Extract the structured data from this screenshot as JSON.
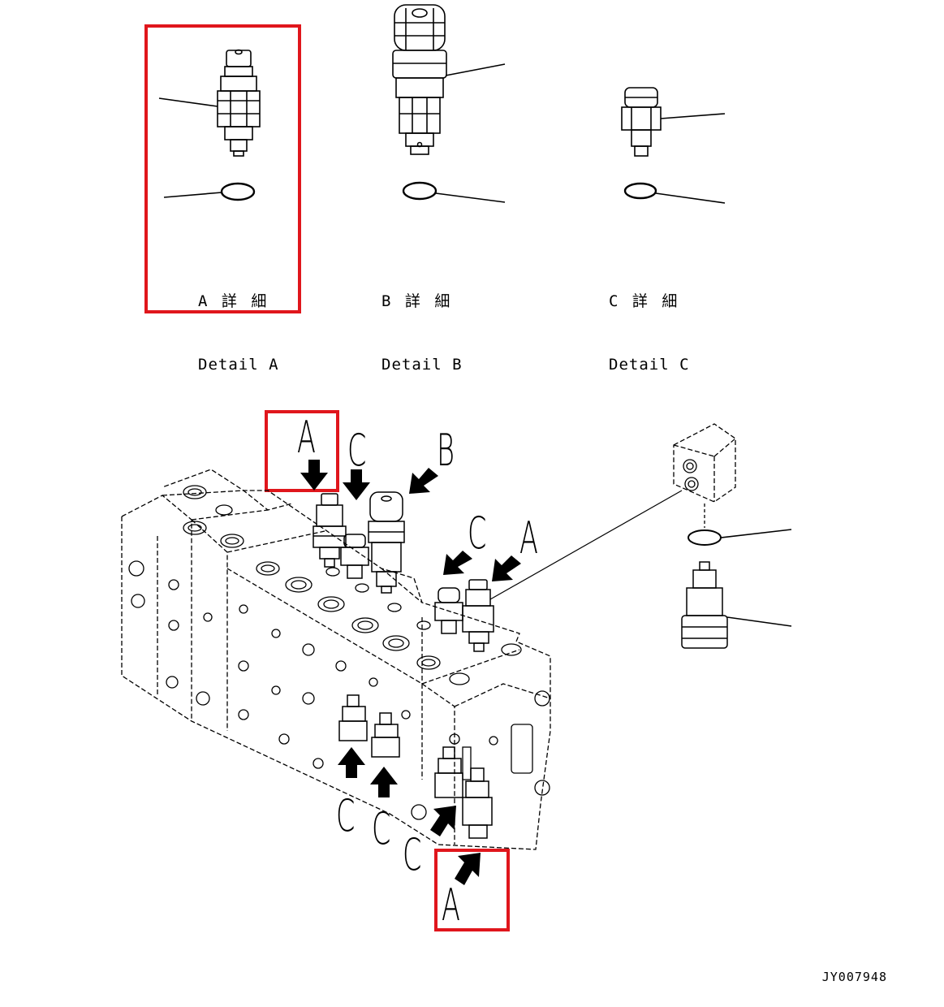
{
  "details": [
    {
      "id": "A",
      "label_jp": "A 詳 細",
      "label_en": "Detail A"
    },
    {
      "id": "B",
      "label_jp": "B 詳 細",
      "label_en": "Detail B"
    },
    {
      "id": "C",
      "label_jp": "C 詳 細",
      "label_en": "Detail C"
    }
  ],
  "callouts": {
    "top_a": "A",
    "top_c": "C",
    "top_b": "B",
    "mid_c": "C",
    "mid_a": "A",
    "low_c1": "C",
    "low_c2": "C",
    "low_c3": "C",
    "bottom_a": "A"
  },
  "drawing_id": "JY007948",
  "colors": {
    "highlight": "#e0161c",
    "line": "#000000",
    "background": "#ffffff"
  }
}
